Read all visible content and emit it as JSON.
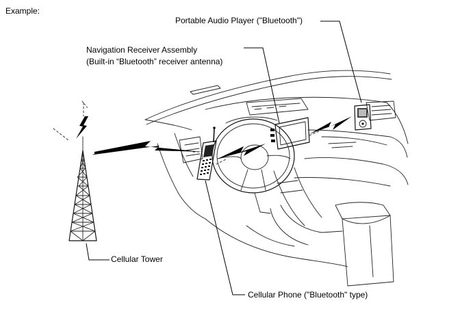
{
  "header": {
    "example_label": "Example:"
  },
  "callouts": {
    "portable_audio_player": "Portable Audio Player (\"Bluetooth\")",
    "navigation_receiver_line1": "Navigation Receiver Assembly",
    "navigation_receiver_line2": "(Built-in “Bluetooth” receiver antenna)",
    "cellular_tower": "Cellular Tower",
    "cellular_phone": "Cellular Phone (\"Bluetooth\" type)"
  },
  "icons": [
    "lightning-icon",
    "cellular-tower-icon",
    "cellular-phone-icon",
    "portable-audio-player-icon",
    "navigation-unit-icon",
    "steering-wheel-icon"
  ]
}
